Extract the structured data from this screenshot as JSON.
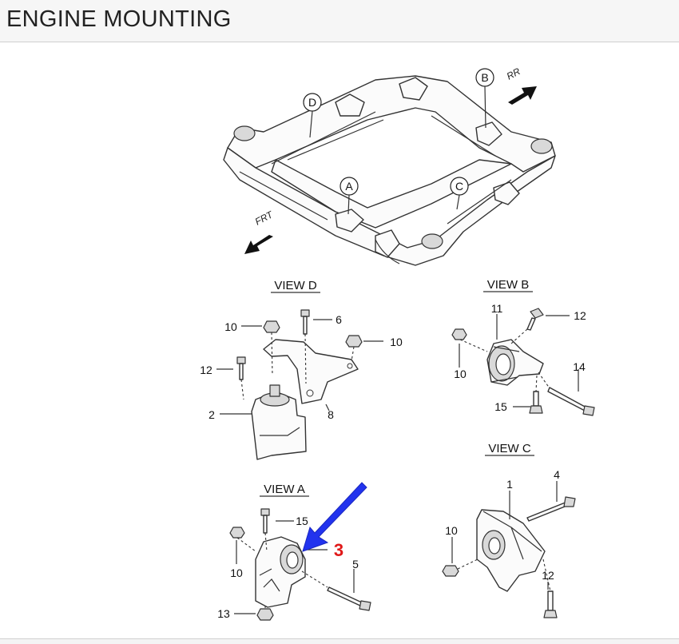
{
  "header": {
    "title": "ENGINE MOUNTING"
  },
  "subframe": {
    "callouts": [
      "D",
      "B",
      "A",
      "C"
    ],
    "direction_front": "FRT",
    "direction_rear": "RR"
  },
  "views": {
    "d": {
      "title": "VIEW D",
      "parts": [
        "10",
        "6",
        "10",
        "12",
        "2",
        "8"
      ]
    },
    "b": {
      "title": "VIEW B",
      "parts": [
        "11",
        "12",
        "10",
        "14",
        "15"
      ]
    },
    "a": {
      "title": "VIEW A",
      "parts": [
        "15",
        "10",
        "5",
        "13"
      ],
      "highlighted_part": "3"
    },
    "c": {
      "title": "VIEW C",
      "parts": [
        "1",
        "4",
        "10",
        "12"
      ]
    }
  },
  "colors": {
    "pointer_arrow": "#2233ee",
    "highlight_label": "#e01818"
  }
}
